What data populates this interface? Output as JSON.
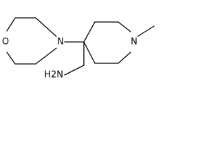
{
  "structure": {
    "atoms": {
      "morpholine_oxygen": "O",
      "morpholine_nitrogen": "N",
      "piperidine_nitrogen": "N",
      "amine": "H2N"
    }
  }
}
